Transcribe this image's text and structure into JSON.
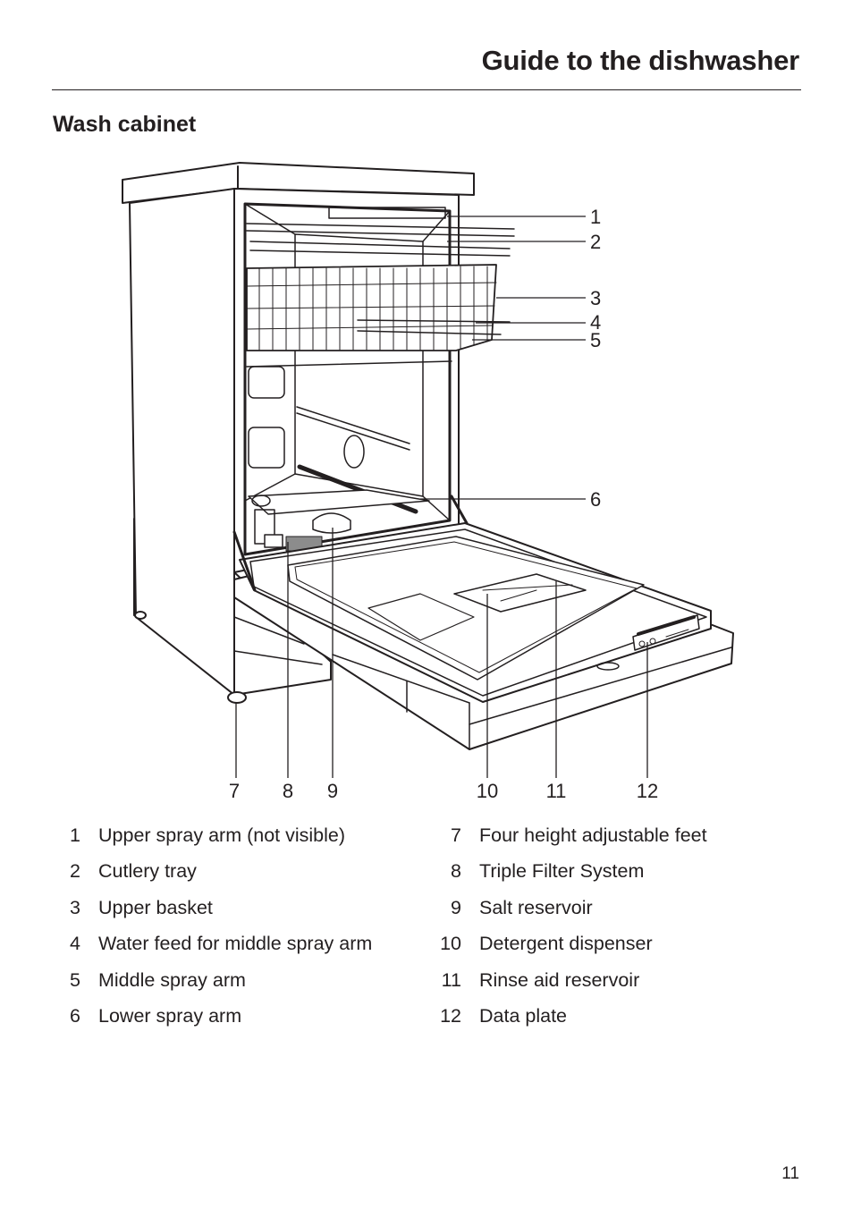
{
  "header": {
    "title": "Guide to the dishwasher"
  },
  "section": {
    "heading": "Wash cabinet"
  },
  "diagram": {
    "callouts": [
      "1",
      "2",
      "3",
      "4",
      "5",
      "6",
      "7",
      "8",
      "9",
      "10",
      "11",
      "12"
    ]
  },
  "legend": {
    "left": [
      {
        "num": "1",
        "text": "Upper spray arm (not visible)"
      },
      {
        "num": "2",
        "text": "Cutlery tray"
      },
      {
        "num": "3",
        "text": "Upper basket"
      },
      {
        "num": "4",
        "text": "Water feed for middle spray arm"
      },
      {
        "num": "5",
        "text": "Middle spray arm"
      },
      {
        "num": "6",
        "text": "Lower spray arm"
      }
    ],
    "right": [
      {
        "num": "7",
        "text": "Four height adjustable feet"
      },
      {
        "num": "8",
        "text": "Triple Filter System"
      },
      {
        "num": "9",
        "text": "Salt reservoir"
      },
      {
        "num": "10",
        "text": "Detergent dispenser"
      },
      {
        "num": "11",
        "text": "Rinse aid reservoir"
      },
      {
        "num": "12",
        "text": "Data plate"
      }
    ]
  },
  "footer": {
    "page_number": "11"
  }
}
